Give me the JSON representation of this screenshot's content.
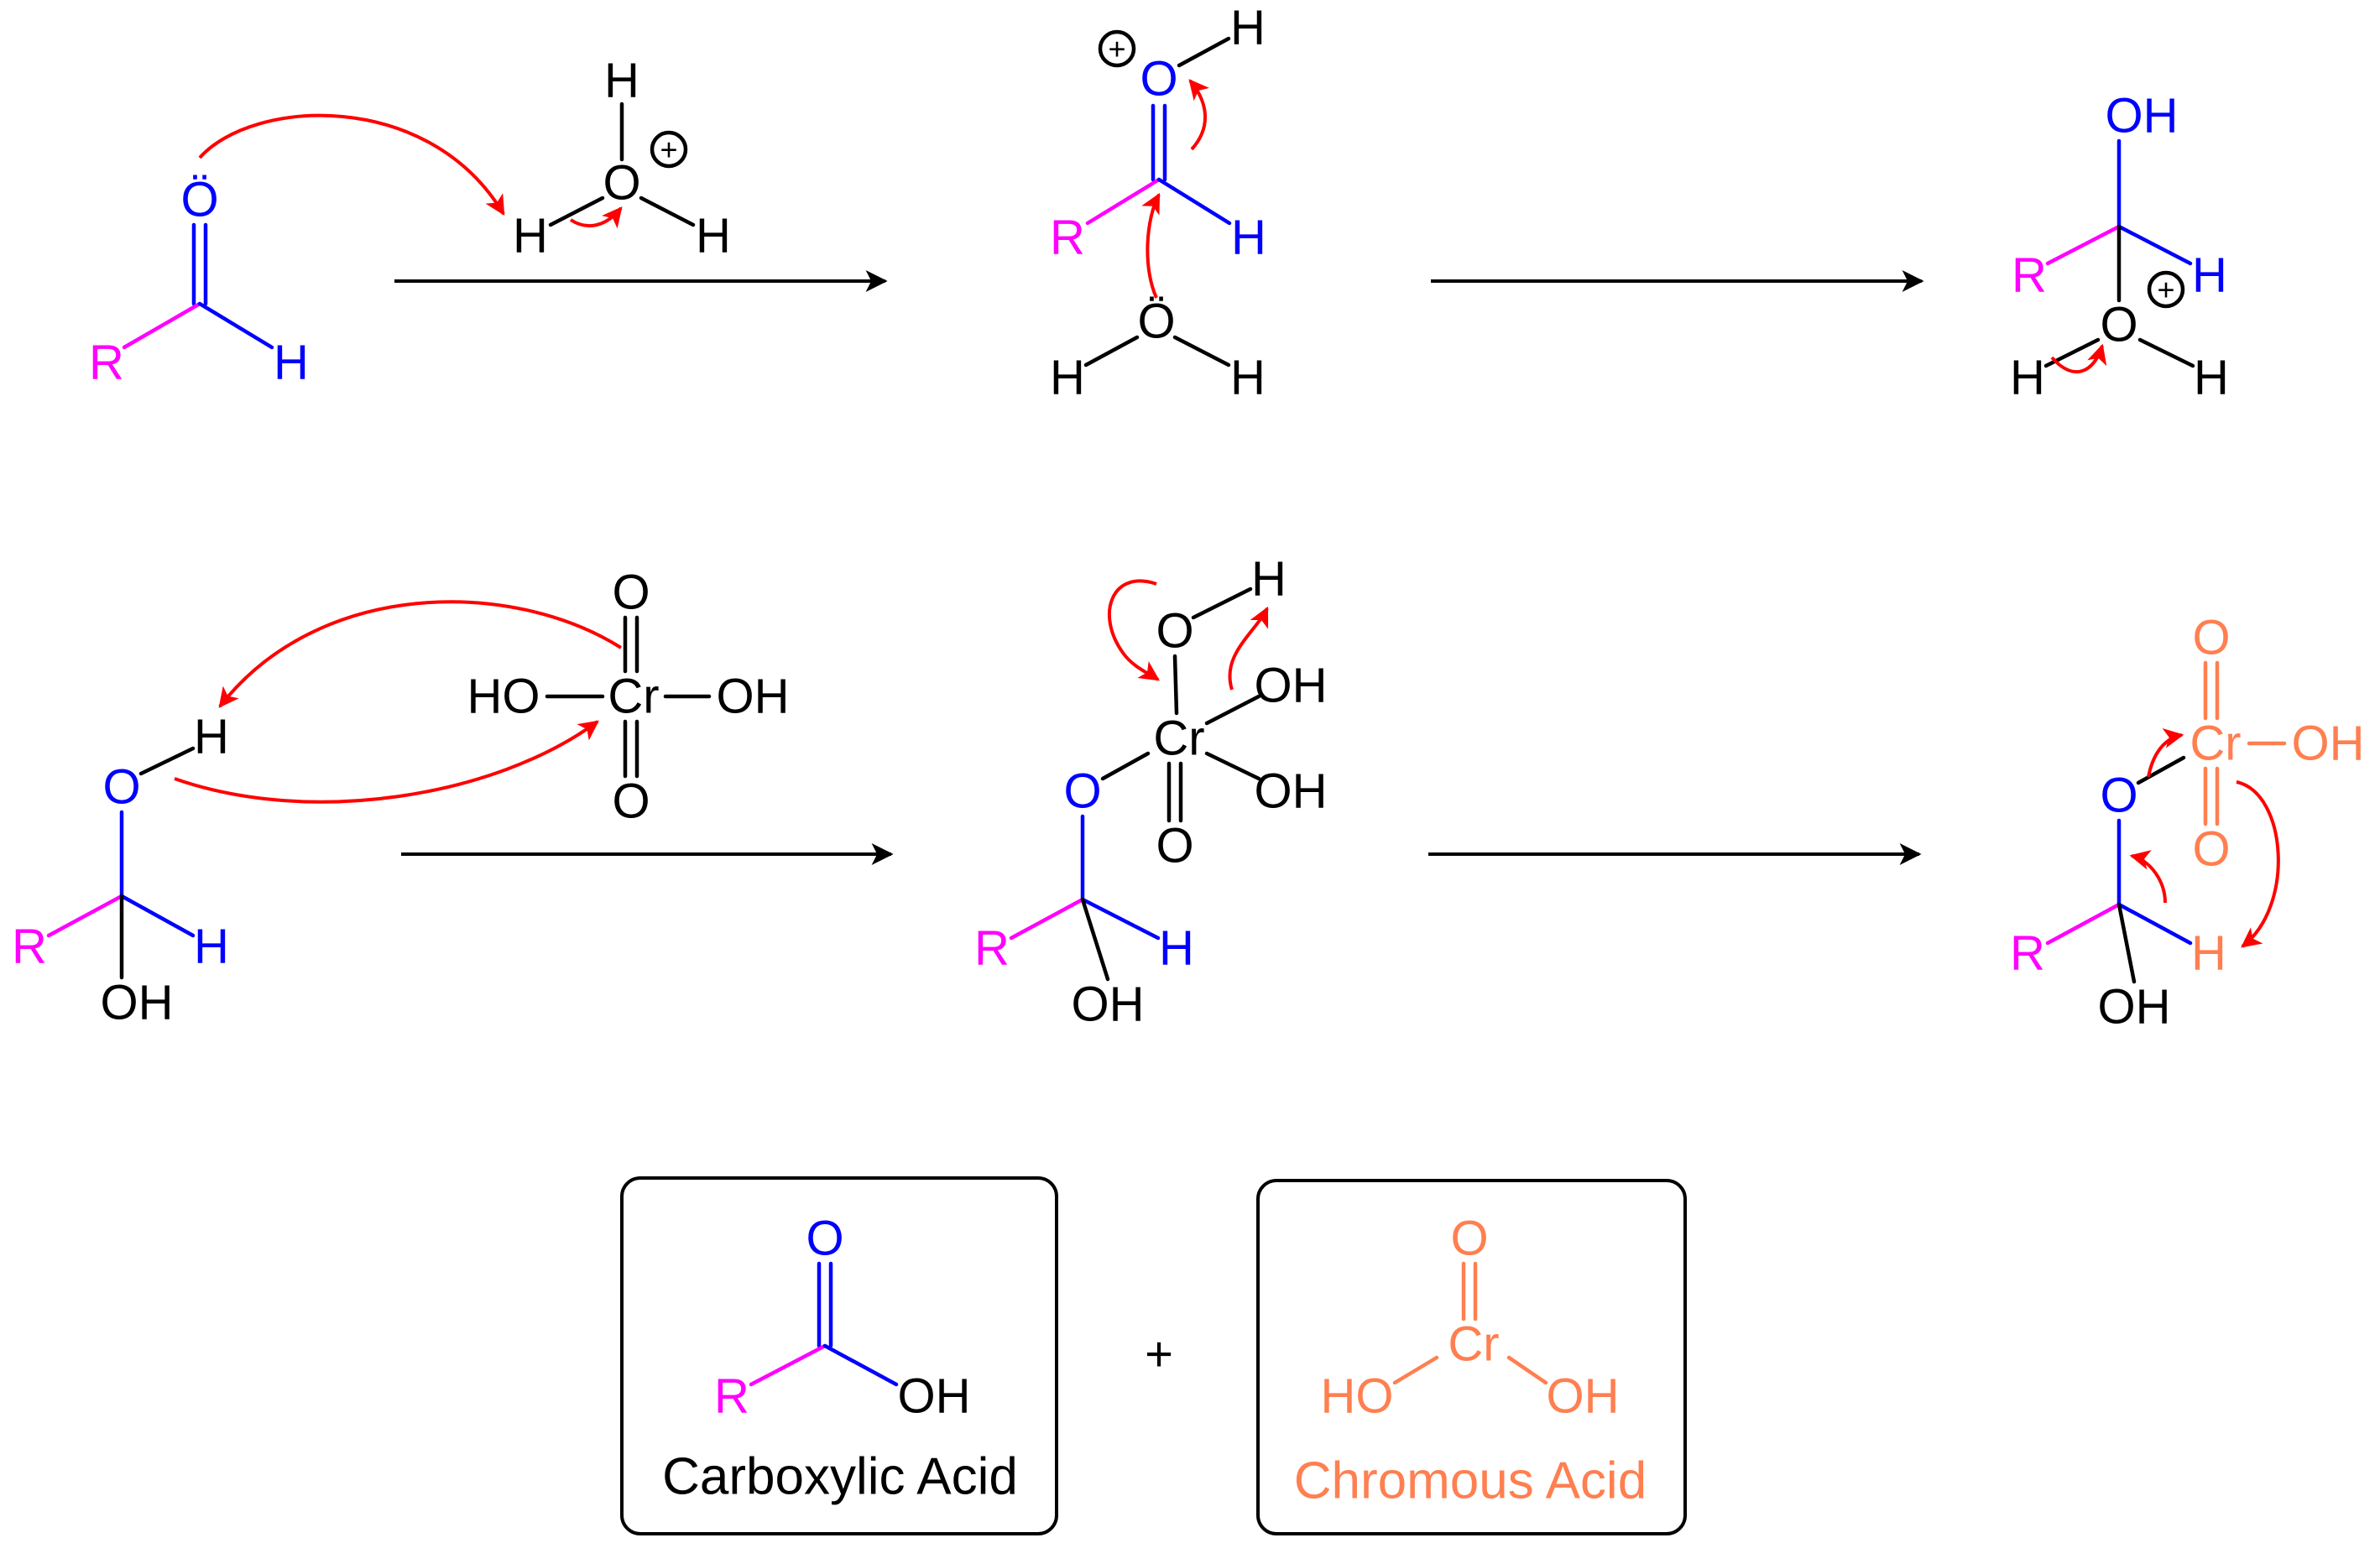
{
  "colors": {
    "bond_black": "#000000",
    "alkyl_magenta": "#ff00ff",
    "carbonyl_blue": "#0000ff",
    "chromium_orange": "#ff7f50",
    "electron_arrow_red": "#ff0000"
  },
  "steps": {
    "s1": {
      "aldehyde": {
        "lone_pair_o": "Ö",
        "r": "R",
        "h": "H"
      },
      "hydronium": {
        "h_top": "H",
        "o": "O",
        "h_left": "H",
        "h_right": "H",
        "charge": "+"
      }
    },
    "s2": {
      "oxonium": {
        "charge": "+",
        "o": "O",
        "h_o": "H",
        "r": "R",
        "h_c": "H"
      },
      "water": {
        "o": "Ö",
        "h_left": "H",
        "h_right": "H"
      }
    },
    "s3": {
      "oh": "OH",
      "r": "R",
      "h_c": "H",
      "o_plus": "O",
      "charge": "+",
      "h_left": "H",
      "h_right": "H"
    },
    "s4": {
      "hydrate": {
        "o": "O",
        "h": "H",
        "r": "R",
        "h_c": "H",
        "oh": "OH"
      },
      "chromic_acid": {
        "o_top": "O",
        "ho": "HO",
        "cr": "Cr",
        "oh": "OH",
        "o_bottom": "O"
      }
    },
    "s5": {
      "o_top": "O",
      "h": "H",
      "cr": "Cr",
      "oh_1": "OH",
      "oh_2": "OH",
      "o_bottom": "O",
      "o_ester": "O",
      "r": "R",
      "h_c": "H",
      "oh_c": "OH"
    },
    "s6": {
      "o_top": "O",
      "cr": "Cr",
      "oh_cr": "OH",
      "o_bottom": "O",
      "o_ester": "O",
      "r": "R",
      "h_c": "H",
      "oh_c": "OH"
    }
  },
  "products": {
    "plus": "+",
    "carboxylic_acid": {
      "o": "O",
      "r": "R",
      "oh": "OH",
      "caption": "Carboxylic Acid"
    },
    "chromous_acid": {
      "o": "O",
      "cr": "Cr",
      "ho": "HO",
      "oh": "OH",
      "caption": "Chromous Acid"
    }
  }
}
